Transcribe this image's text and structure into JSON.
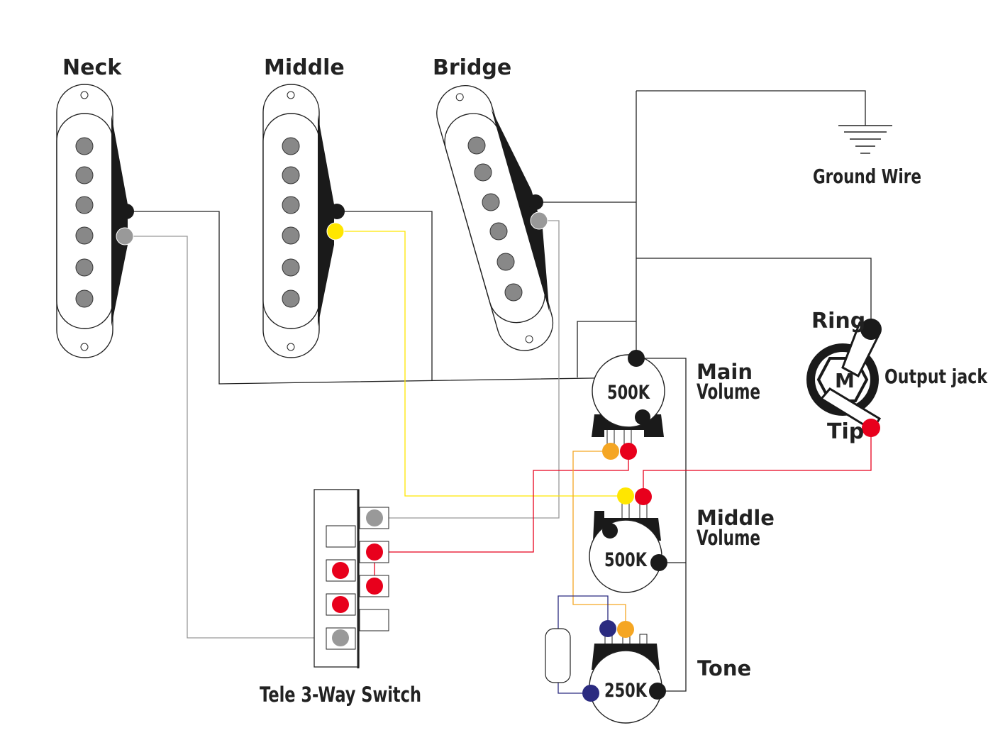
{
  "labels": {
    "neck": "Neck",
    "middle": "Middle",
    "bridge": "Bridge",
    "ground_wire": "Ground Wire",
    "ring": "Ring",
    "tip": "Tip",
    "output_jack": "Output jack",
    "jack_letter": "M",
    "main_volume_1": "Main",
    "main_volume_2": "Volume",
    "middle_volume_1": "Middle",
    "middle_volume_2": "Volume",
    "tone": "Tone",
    "switch": "Tele 3-Way Switch"
  },
  "pots": {
    "main_volume": "500K",
    "middle_volume": "500K",
    "tone": "250K"
  },
  "colors": {
    "ground": "#222222",
    "gray": "#999999",
    "yellow": "#ffe600",
    "red": "#e8001c",
    "orange": "#f5a623",
    "navy": "#2b2b80",
    "pole": "#888888"
  }
}
